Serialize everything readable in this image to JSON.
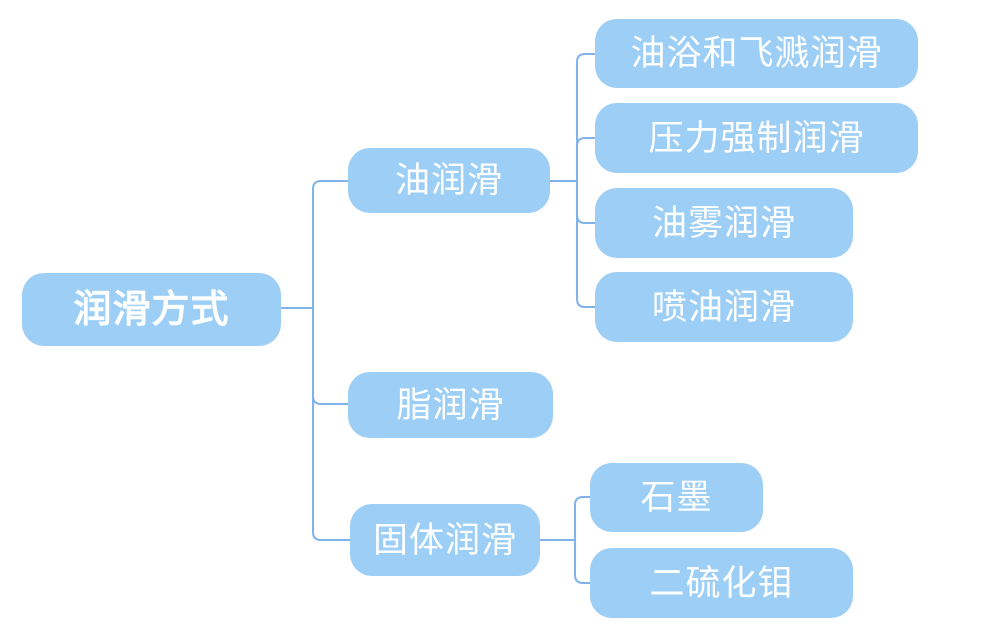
{
  "diagram": {
    "type": "mindmap",
    "topic": "润滑方式",
    "colors": {
      "node_fill": "#9ccef6",
      "node_text": "#ffffff",
      "connector": "#7fb3ea",
      "background": "#ffffff"
    }
  },
  "tree": {
    "label": "润滑方式",
    "children": [
      {
        "label": "油润滑",
        "children": [
          {
            "label": "油浴和飞溅润滑"
          },
          {
            "label": "压力强制润滑"
          },
          {
            "label": "油雾润滑"
          },
          {
            "label": "喷油润滑"
          }
        ]
      },
      {
        "label": "脂润滑",
        "children": []
      },
      {
        "label": "固体润滑",
        "children": [
          {
            "label": "石墨"
          },
          {
            "label": "二硫化钼"
          }
        ]
      }
    ]
  }
}
